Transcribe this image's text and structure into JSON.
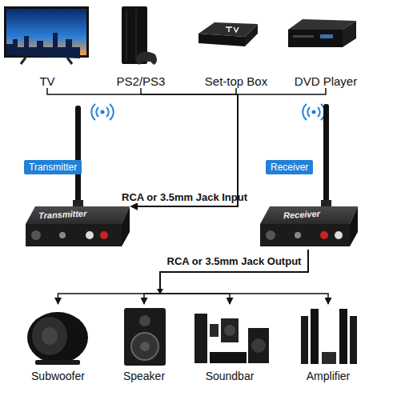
{
  "diagram": {
    "nodes": [
      {
        "text": [
          "TV"
        ]
      },
      {
        "text": [
          "PS2/PS3"
        ]
      },
      {
        "text": [
          "Set-top Box"
        ]
      },
      {
        "text": [
          "DVD Player"
        ]
      },
      {
        "text": [
          "Transmitter",
          "Transmitter"
        ]
      },
      {
        "text": [
          "Receiver",
          "Receiver"
        ]
      },
      {
        "text": [
          "Subwoofer"
        ]
      },
      {
        "text": [
          "Speaker"
        ]
      },
      {
        "text": [
          "Soundbar"
        ]
      },
      {
        "text": [
          "Amplifier"
        ]
      }
    ],
    "edges": [
      {
        "from": 0,
        "to": 4,
        "arrow": "to"
      },
      {
        "from": 1,
        "to": 4,
        "arrow": "to"
      },
      {
        "from": 2,
        "to": 4,
        "arrow": "to",
        "label": "RCA or 3.5mm Jack Input"
      },
      {
        "from": 3,
        "to": 4,
        "arrow": "to"
      },
      {
        "from": 5,
        "to": 6,
        "arrow": "to",
        "label": "RCA or 3.5mm Jack Output"
      },
      {
        "from": 5,
        "to": 7,
        "arrow": "to"
      },
      {
        "from": 5,
        "to": 8,
        "arrow": "to"
      },
      {
        "from": 5,
        "to": 9,
        "arrow": "to"
      }
    ]
  }
}
